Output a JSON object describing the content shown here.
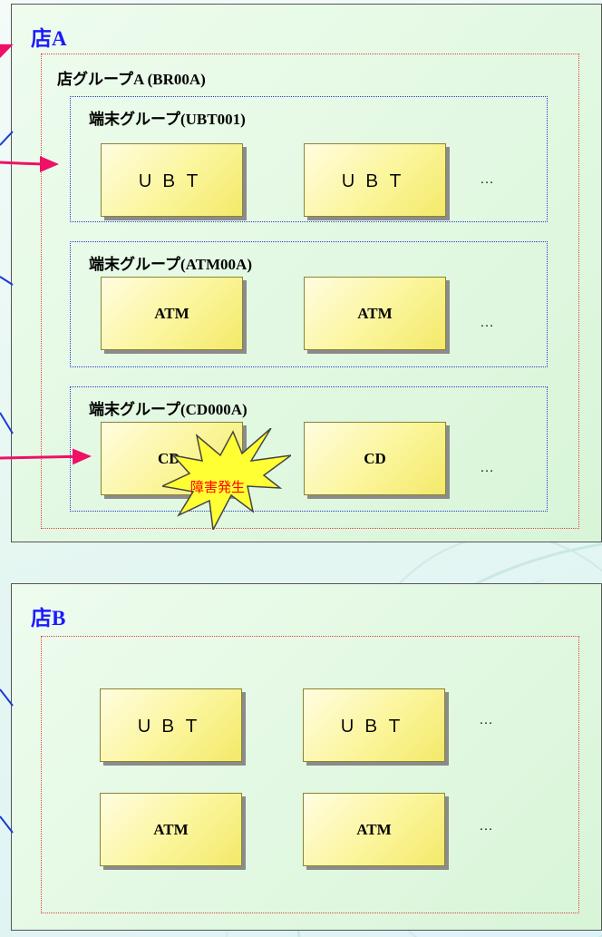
{
  "colors": {
    "store_title": "#1a1aff",
    "branch_border": "#e04040",
    "group_border": "#2a3bd6",
    "terminal_fill": "#fbf59a",
    "arrow": "#ee1166",
    "alert_text": "#ff0000"
  },
  "store_a": {
    "title": "店A",
    "branch_group": {
      "title": "店グループA (BR00A)",
      "terminal_groups": [
        {
          "title_jp": "端末グループ",
          "title_id": "(UBT001)",
          "terminals": [
            "ＵＢＴ",
            "ＵＢＴ"
          ],
          "more": "…"
        },
        {
          "title_jp": "端末グループ",
          "title_id": "(ATM00A)",
          "terminals": [
            "ATM",
            "ATM"
          ],
          "more": "…"
        },
        {
          "title_jp": "端末グループ",
          "title_id": "(CD000A)",
          "terminals": [
            "CD",
            "CD"
          ],
          "more": "…"
        }
      ]
    },
    "failure_label": "障害発生"
  },
  "store_b": {
    "title": "店B",
    "rows": [
      {
        "terminals": [
          "ＵＢＴ",
          "ＵＢＴ"
        ],
        "more": "…"
      },
      {
        "terminals": [
          "ATM",
          "ATM"
        ],
        "more": "…"
      }
    ]
  }
}
